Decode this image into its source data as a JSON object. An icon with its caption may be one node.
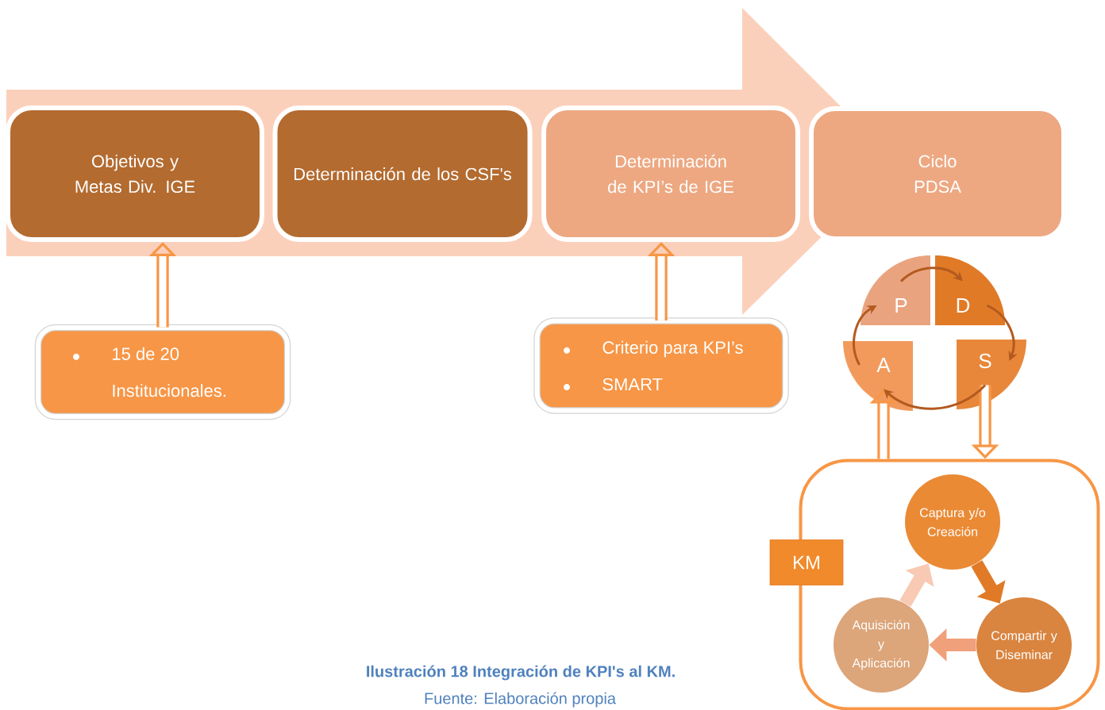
{
  "diagram": {
    "caption": "Ilustración 18 Integración de KPI's al KM.",
    "nodes": [
      {
        "text": [
          "Objetivos y Metas Div. IGE"
        ]
      },
      {
        "text": [
          "Determinación de los CSF's"
        ]
      },
      {
        "text": [
          "Determinación de KPI’s de IGE"
        ]
      },
      {
        "text": [
          "Ciclo PDSA"
        ]
      },
      {
        "text": [
          "15 de 20 Institucionales."
        ]
      },
      {
        "text": [
          "Criterio para KPI’s",
          "SMART"
        ]
      },
      {
        "text": [
          "P"
        ]
      },
      {
        "text": [
          "D"
        ]
      },
      {
        "text": [
          "S"
        ]
      },
      {
        "text": [
          "A"
        ]
      },
      {
        "text": [],
        "shape": "box"
      },
      {
        "text": [
          "KM"
        ]
      },
      {
        "text": [
          "Captura y/o Creación"
        ],
        "in": 10
      },
      {
        "text": [
          "Compartir y Diseminar"
        ],
        "in": 10
      },
      {
        "text": [
          "Aquisición y Aplicación"
        ],
        "in": 10
      }
    ],
    "edges": [
      {
        "from": 4,
        "to": 0,
        "arrow": "to"
      },
      {
        "from": 5,
        "to": 2,
        "arrow": "to"
      },
      {
        "from": 10,
        "to": 9,
        "arrow": "to"
      },
      {
        "from": 8,
        "to": 10,
        "arrow": "to"
      },
      {
        "from": 6,
        "to": 7,
        "arrow": "to"
      },
      {
        "from": 7,
        "to": 8,
        "arrow": "to"
      },
      {
        "from": 8,
        "to": 9,
        "arrow": "to"
      },
      {
        "from": 9,
        "to": 6,
        "arrow": "to"
      },
      {
        "from": 12,
        "to": 13,
        "arrow": "to",
        "color": "#e07a26"
      },
      {
        "from": 13,
        "to": 14,
        "arrow": "to",
        "color": "#f0a07a"
      },
      {
        "from": 14,
        "to": 12,
        "arrow": "to",
        "color": "#f8c9b3"
      }
    ],
    "labels": [
      "Fuente: Elaboración propia"
    ]
  }
}
